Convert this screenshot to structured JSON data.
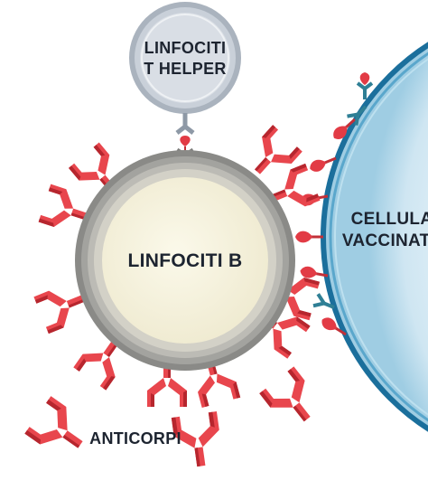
{
  "labels": {
    "t_helper_line1": "LINFOCITI",
    "t_helper_line2": "T HELPER",
    "b_cell": "LINFOCITI B",
    "vaccinated_line1": "CELLULA",
    "vaccinated_line2": "VACCINATA",
    "antibodies": "ANTICORPI"
  },
  "colors": {
    "antibody_red": "#e8464d",
    "antibody_dark": "#b6262e",
    "antigen_red": "#e23b45",
    "receptor_teal": "#2f7f95",
    "t_helper_fill": "#c9d0d9",
    "t_helper_ring": "#8e99a6",
    "b_core": "#f8f5e2",
    "b_ring_outer": "#8a8a87",
    "vaccinated_edge": "#1b6f9c",
    "vaccinated_fill": "#eaf5fb"
  }
}
